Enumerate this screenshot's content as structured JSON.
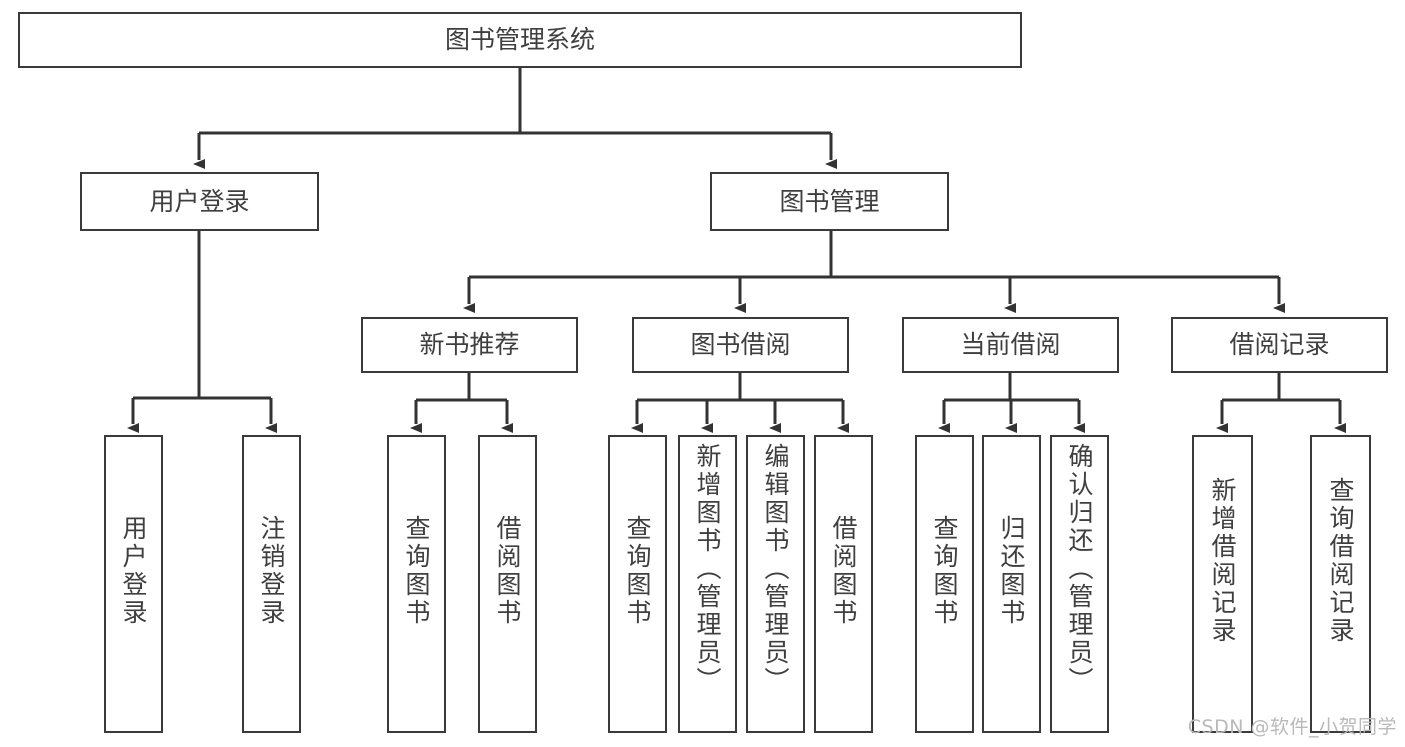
{
  "diagram": {
    "title": "图书管理系统",
    "watermark": "CSDN @软件_小贺同学",
    "colors": {
      "box_border": "#3a3a3a",
      "box_fill": "#ffffff",
      "text": "#3f3f3f",
      "connector": "#333333",
      "watermark": "#b9b9b9"
    },
    "nodes": {
      "root": "图书管理系统",
      "level2": {
        "user_login": "用户登录",
        "book_manage": "图书管理"
      },
      "level3": {
        "new_book_recommend": "新书推荐",
        "book_borrow": "图书借阅",
        "current_borrow": "当前借阅",
        "borrow_record": "借阅记录"
      },
      "leaves": {
        "user_login_child_1": "用户登录",
        "user_login_child_2": "注销登录",
        "new_book_child_1": "查询图书",
        "new_book_child_2": "借阅图书",
        "book_borrow_child_1": "查询图书",
        "book_borrow_child_2": "新增图书（管理员）",
        "book_borrow_child_3": "编辑图书（管理员）",
        "book_borrow_child_4": "借阅图书",
        "current_borrow_child_1": "查询图书",
        "current_borrow_child_2": "归还图书",
        "current_borrow_child_3": "确认归还（管理员）",
        "borrow_record_child_1": "新增借阅记录",
        "borrow_record_child_2": "查询借阅记录"
      }
    }
  }
}
